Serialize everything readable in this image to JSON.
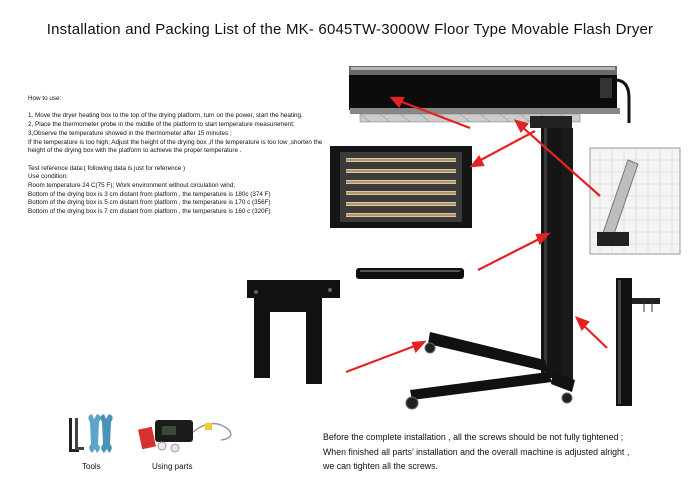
{
  "title": "Installation and Packing List of the  MK- 6045TW-3000W Floor Type Movable Flash Dryer",
  "howto": {
    "heading": "How to use:",
    "steps": [
      "1. Move the dryer heating box to the top of the drying platform, turn on the power, start the heating.",
      "2, Place the thermometer probe in the middle of the platform to start temperature measurement;",
      "3,Observe the temperature showed in the thermometer after 15 minutes ;\nIf the temperature is too high; Adjust the height of the drying box ,if the temperature is too low ,shorten the height of the drying box with the platform to achieve the proper temperature ."
    ],
    "test": [
      "Test reference data:( following data is just for reference )",
      "Use condition:",
      "Room temperature 24 C(75 F); Work environment without circulation wind;",
      "Bottom of the drying box is 3 cm distant from platform , the temperature is 180c (374 F)",
      "Bottom of the drying box is 5 cm distant from platform , the temperature is 170 c (356F)",
      "Bottom of the drying box is 7 cm distant from platform , the temperature is 160 c (320F)"
    ]
  },
  "note": [
    "Before the complete installation , all the screws should be not fully tightened ;",
    "When finished all parts’  installation and the overall machine is adjusted alright ,",
    "we can tighten all the screws."
  ],
  "captions": {
    "tools": "Tools",
    "parts": "Using parts"
  },
  "colors": {
    "arrow": "#e52222",
    "metal": "#111111",
    "text": "#111111"
  }
}
